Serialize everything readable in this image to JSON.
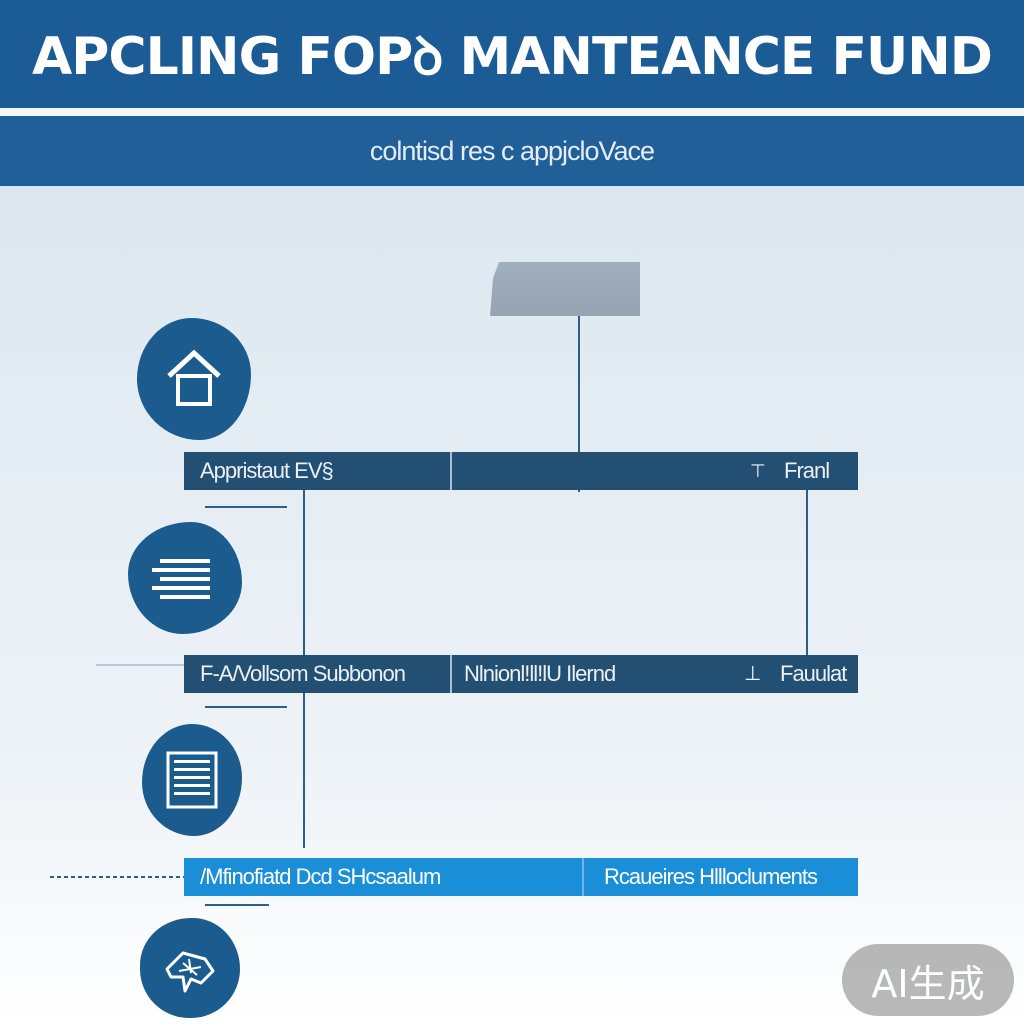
{
  "header": {
    "title": "APCLING FOPꝺ MANTEANCE FUND",
    "subtitle": "colntisd res c appjcloVace"
  },
  "rows": [
    {
      "left_label": "Appristaut EV§",
      "right_label": "Franl"
    },
    {
      "left_label": "F-A/Vollsom Subbonon",
      "middle_label": "Nlnionl!ll!lU Ilernd",
      "right_label": "Fauulat"
    },
    {
      "left_label": "/Mfinofiatd Dcd SHcsaalum",
      "right_label": "Rcaueires Hlllocluments"
    }
  ],
  "icons": [
    "house-icon",
    "lines-icon",
    "document-icon",
    "fish-icon"
  ],
  "badge": "AI生成",
  "colors": {
    "header_blue": "#1b5b96",
    "bar_dark": "#234f72",
    "bar_bright": "#1a8fd8",
    "icon_blue": "#1c5b8d"
  }
}
